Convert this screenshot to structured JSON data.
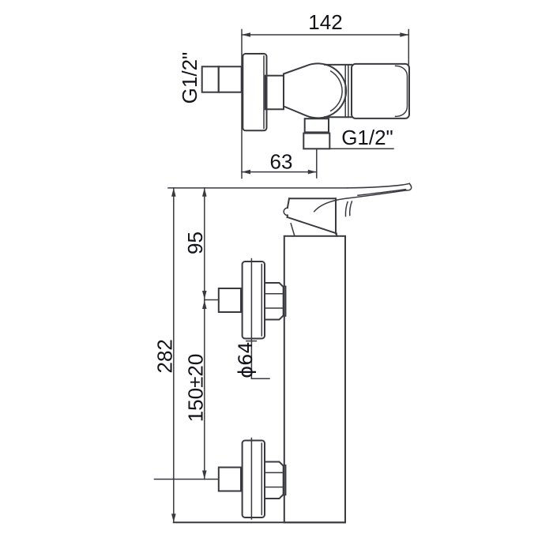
{
  "drawing": {
    "line_color": "#393a40",
    "text_color": "#13131c",
    "background": "#ffffff"
  },
  "top_view": {
    "width_dim": "142",
    "inlet_thread": "G1/2\"",
    "outlet_thread": "G1/2\"",
    "outlet_offset_dim": "63"
  },
  "front_view": {
    "height_dim": "282",
    "top_to_inlet_dim": "95",
    "inlet_spacing_dim": "150±20",
    "flange_diameter_dim": "ϕ64"
  }
}
